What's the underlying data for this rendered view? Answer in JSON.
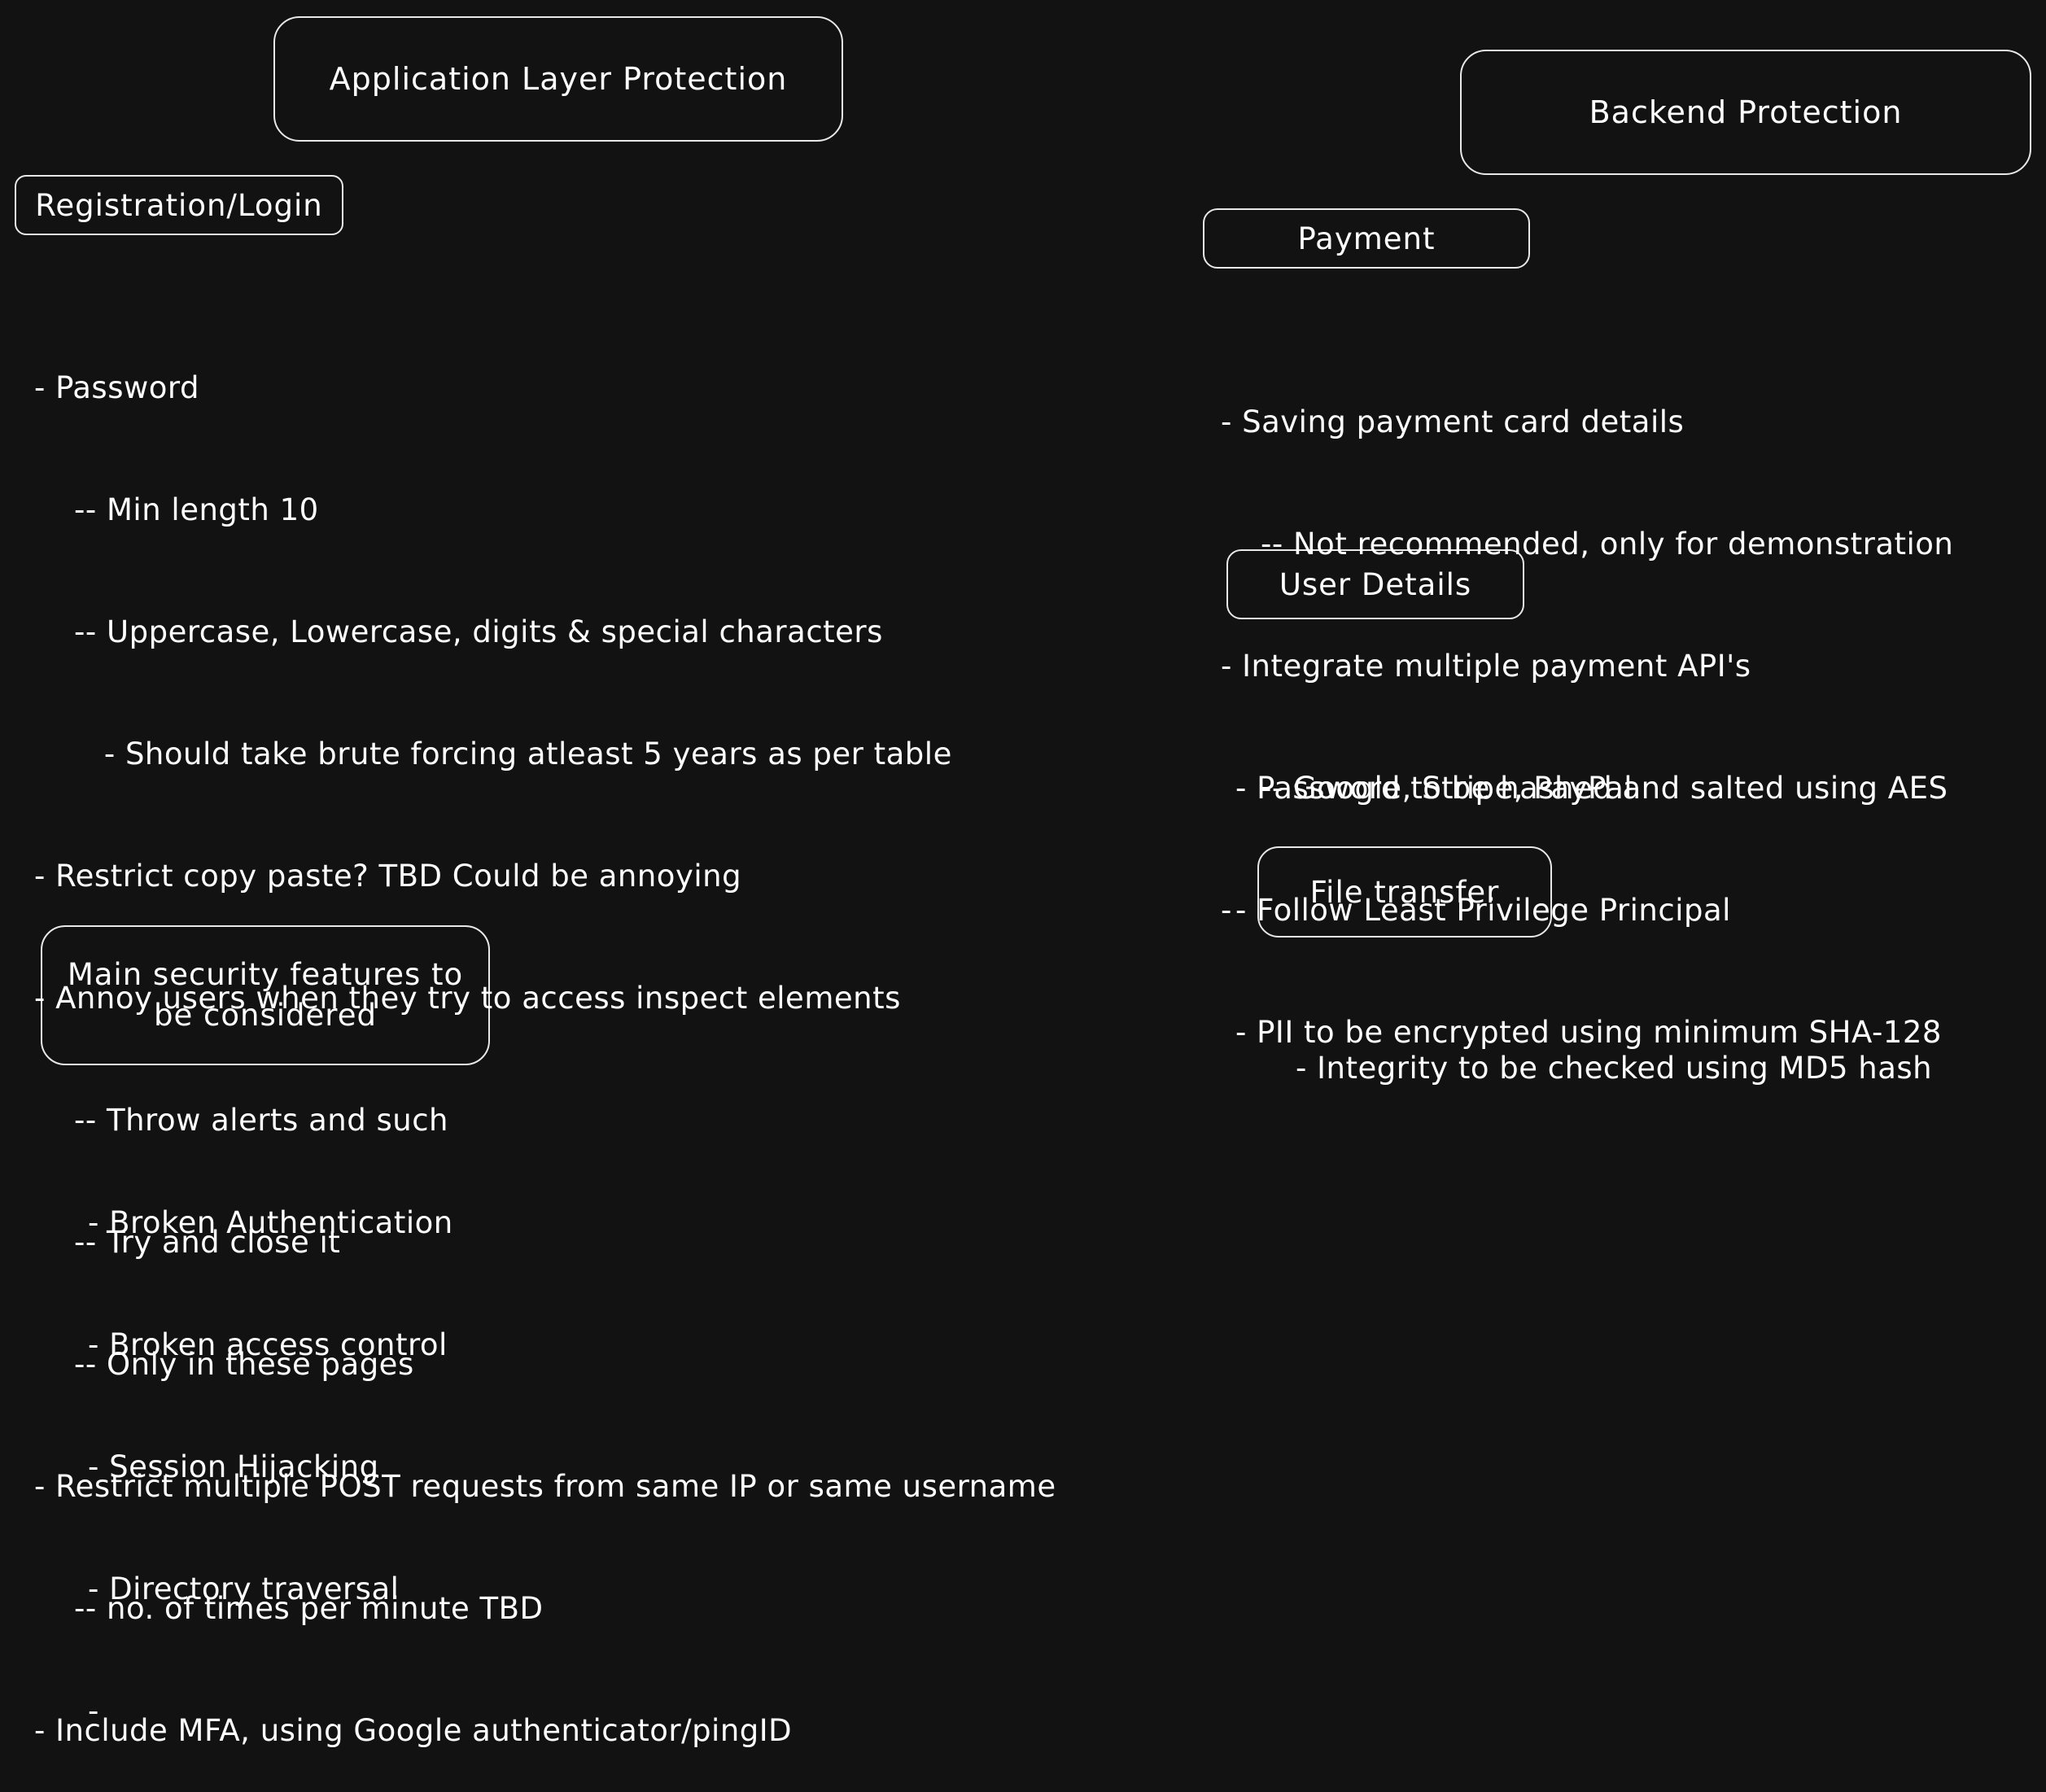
{
  "theme": {
    "background": "#121212",
    "stroke": "#e8e8e8",
    "text": "#ffffff"
  },
  "boxes": {
    "application_layer": "Application Layer Protection",
    "backend": "Backend Protection",
    "registration_login": "Registration/Login",
    "payment": "Payment",
    "user_details": "User Details",
    "file_transfer": "File transfer",
    "main_security": "Main security features to be considered"
  },
  "registration_notes": [
    "- Password",
    "    -- Min length 10",
    "    -- Uppercase, Lowercase, digits & special characters",
    "       - Should take brute forcing atleast 5 years as per table",
    "- Restrict copy paste? TBD Could be annoying",
    "- Annoy users when they try to access inspect elements",
    "    -- Throw alerts and such",
    "    -- Try and close it",
    "    -- Only in these pages",
    "- Restrict multiple POST requests from same IP or same username",
    "    -- no. of times per minute TBD",
    "- Include MFA, using Google authenticator/pingID"
  ],
  "payment_notes": [
    "- Saving payment card details",
    "    -- Not recommended, only for demonstration",
    "- Integrate multiple payment API's",
    "    -- Google, Stripe, PayPal",
    "-"
  ],
  "user_details_notes": [
    "- Password to be hashed and salted using AES",
    "- Follow Least Privilege Principal",
    "- PII to be encrypted using minimum SHA-128"
  ],
  "file_transfer_notes": [
    "- Integrity to be checked using MD5 hash"
  ],
  "main_security_notes": [
    "- Broken Authentication",
    "- Broken access control",
    "- Session Hijacking",
    "- Directory traversal",
    "-"
  ]
}
